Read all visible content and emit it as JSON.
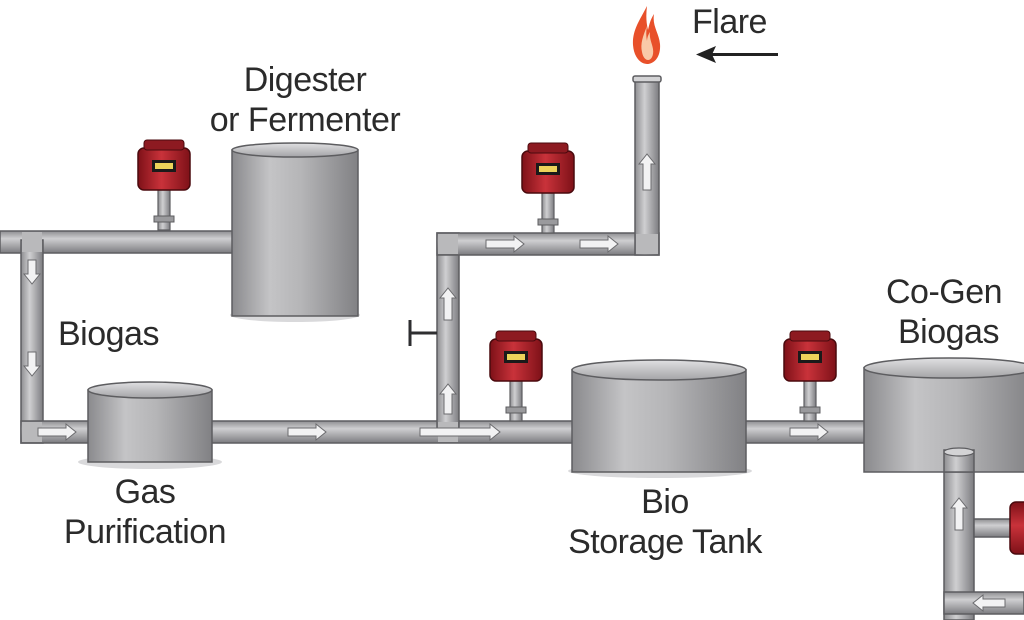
{
  "labels": {
    "flare": "Flare",
    "digester_line1": "Digester",
    "digester_line2": "or Fermenter",
    "biogas": "Biogas",
    "gas_purification_line1": "Gas",
    "gas_purification_line2": "Purification",
    "bio_storage_line1": "Bio",
    "bio_storage_line2": "Storage Tank",
    "cogen_line1": "Co-Gen",
    "cogen_line2": "Biogas"
  },
  "colors": {
    "pipe": "#a9a9ab",
    "pipe_edge": "#5d5d60",
    "tank": "#b2b2b4",
    "tank_top": "#d0d0d2",
    "transmitter": "#b0202a",
    "flame_outer": "#e8502a",
    "flame_inner": "#f9c9a8",
    "text": "#2b2b2b"
  },
  "icons": [
    "flame-icon",
    "left-arrow-icon",
    "gas-transmitter-icon",
    "flow-arrow-icon",
    "valve-icon"
  ]
}
